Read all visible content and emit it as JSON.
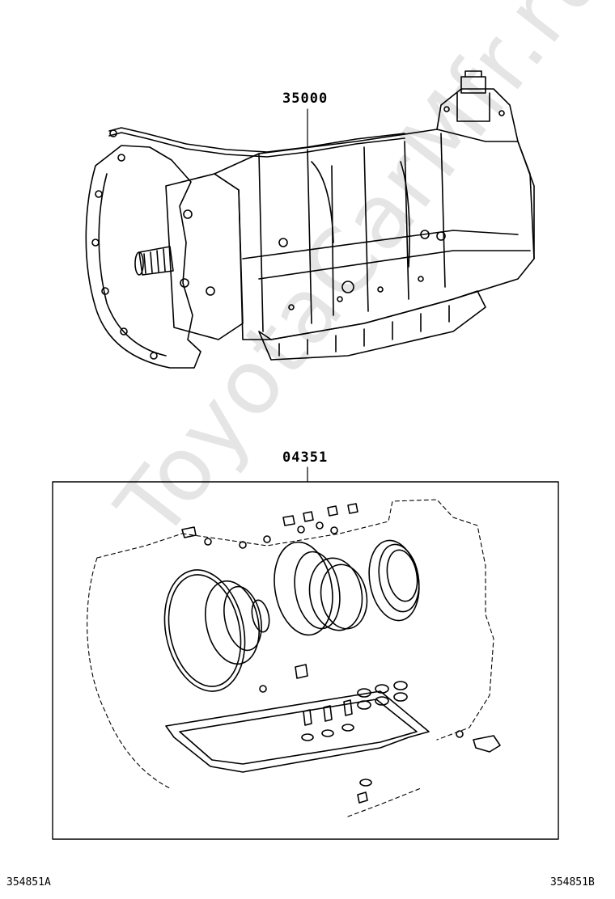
{
  "parts": {
    "transmission_label": "35000",
    "gasket_kit_label": "04351"
  },
  "footer": {
    "code_left": "354851A",
    "code_right": "354851B"
  },
  "watermark": "ToyotaCarMfr.ru",
  "colors": {
    "line": "#000000",
    "watermark": "#d9d9d9",
    "background": "#ffffff"
  }
}
